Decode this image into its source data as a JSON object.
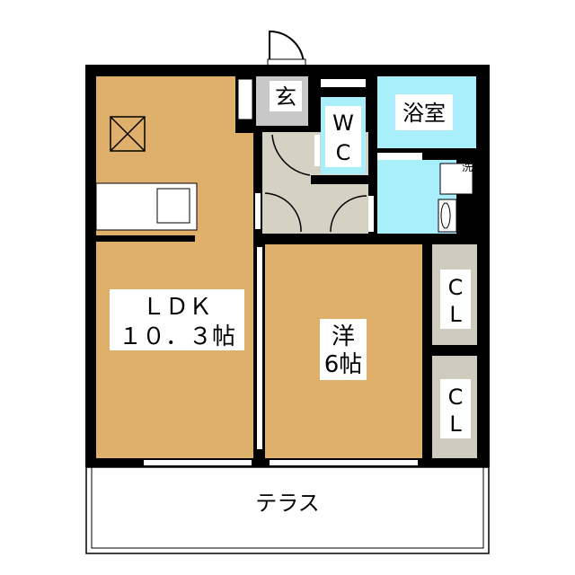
{
  "floorplan": {
    "rooms": {
      "ldk": {
        "name": "ＬＤＫ",
        "size": "１０．３帖"
      },
      "western": {
        "name": "洋",
        "size": "6帖"
      },
      "entrance": {
        "name": "玄"
      },
      "wc": {
        "line1": "W",
        "line2": "C"
      },
      "bath": {
        "name": "浴室"
      },
      "washroom": {
        "name": "洗"
      },
      "closet1": {
        "line1": "C",
        "line2": "L"
      },
      "closet2": {
        "line1": "C",
        "line2": "L"
      },
      "terrace": {
        "name": "テラス"
      }
    },
    "colors": {
      "wall": "#000000",
      "ldk": "#DEB06C",
      "wet": "#A8EEFB",
      "entrance": "#C8C8C8",
      "hall": "#D5D2C4",
      "closet": "#CFCBBE"
    }
  }
}
